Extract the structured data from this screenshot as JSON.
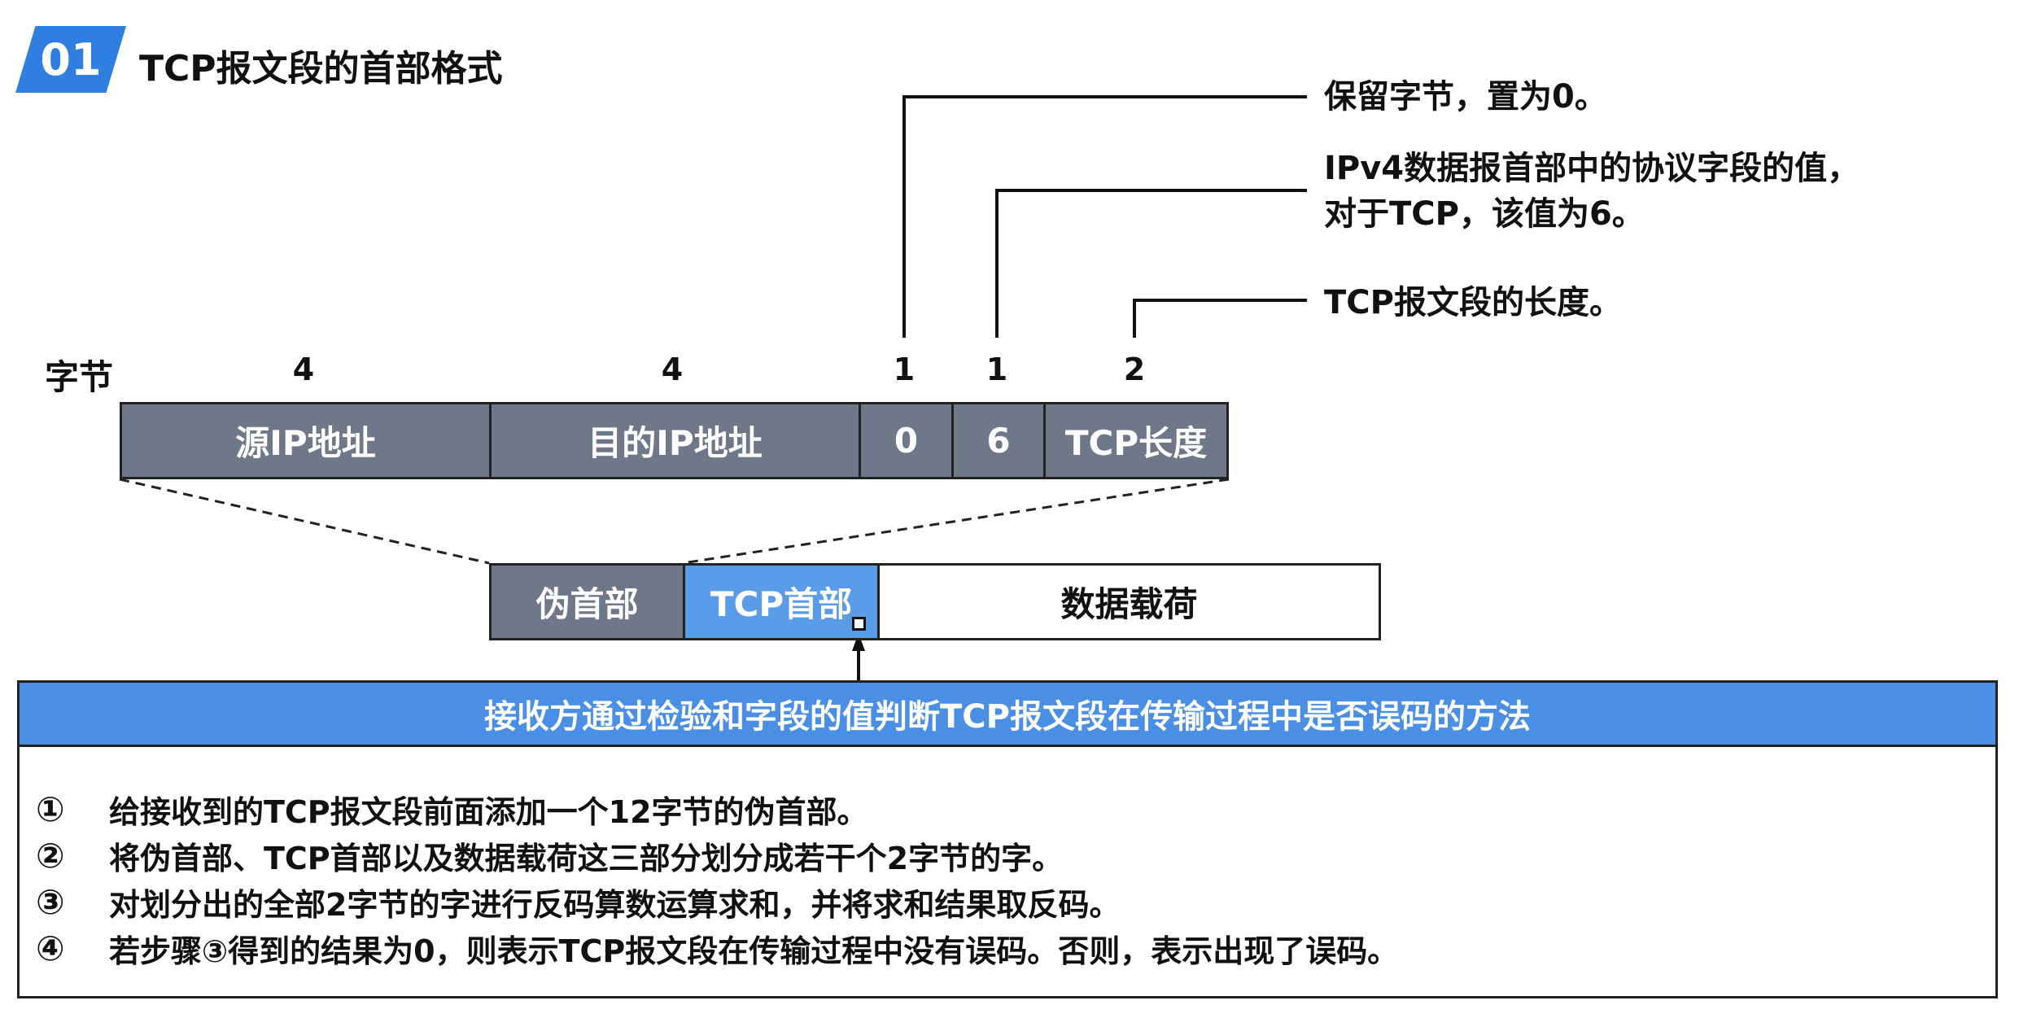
{
  "header": {
    "badge": "01",
    "title": "TCP报文段的首部格式"
  },
  "annotations": [
    {
      "lines": [
        "保留字节，置为0。"
      ]
    },
    {
      "lines": [
        "IPv4数据报首部中的协议字段的值，",
        "对于TCP，该值为6。"
      ]
    },
    {
      "lines": [
        "TCP报文段的长度。"
      ]
    }
  ],
  "pseudo_header": {
    "bytes_label": "字节",
    "byte_counts": [
      "4",
      "4",
      "1",
      "1",
      "2"
    ],
    "fields": [
      "源IP地址",
      "目的IP地址",
      "0",
      "6",
      "TCP长度"
    ]
  },
  "segment": {
    "parts": [
      "伪首部",
      "TCP首部",
      "数据载荷"
    ]
  },
  "panel": {
    "title": "接收方通过检验和字段的值判断TCP报文段在传输过程中是否误码的方法",
    "steps": [
      {
        "num": "①",
        "text": "给接收到的TCP报文段前面添加一个12字节的伪首部。"
      },
      {
        "num": "②",
        "text": "将伪首部、TCP首部以及数据载荷这三部分划分成若干个2字节的字。"
      },
      {
        "num": "③",
        "text": "对划分出的全部2字节的字进行反码算数运算求和，并将求和结果取反码。"
      },
      {
        "num": "④",
        "text": "若步骤③得到的结果为0，则表示TCP报文段在传输过程中没有误码。否则，表示出现了误码。"
      }
    ]
  },
  "colors": {
    "accent": "#2f7ee0",
    "gray": "#6f7888",
    "blue": "#5b9ce9",
    "panel_header": "#4a8fe3"
  }
}
